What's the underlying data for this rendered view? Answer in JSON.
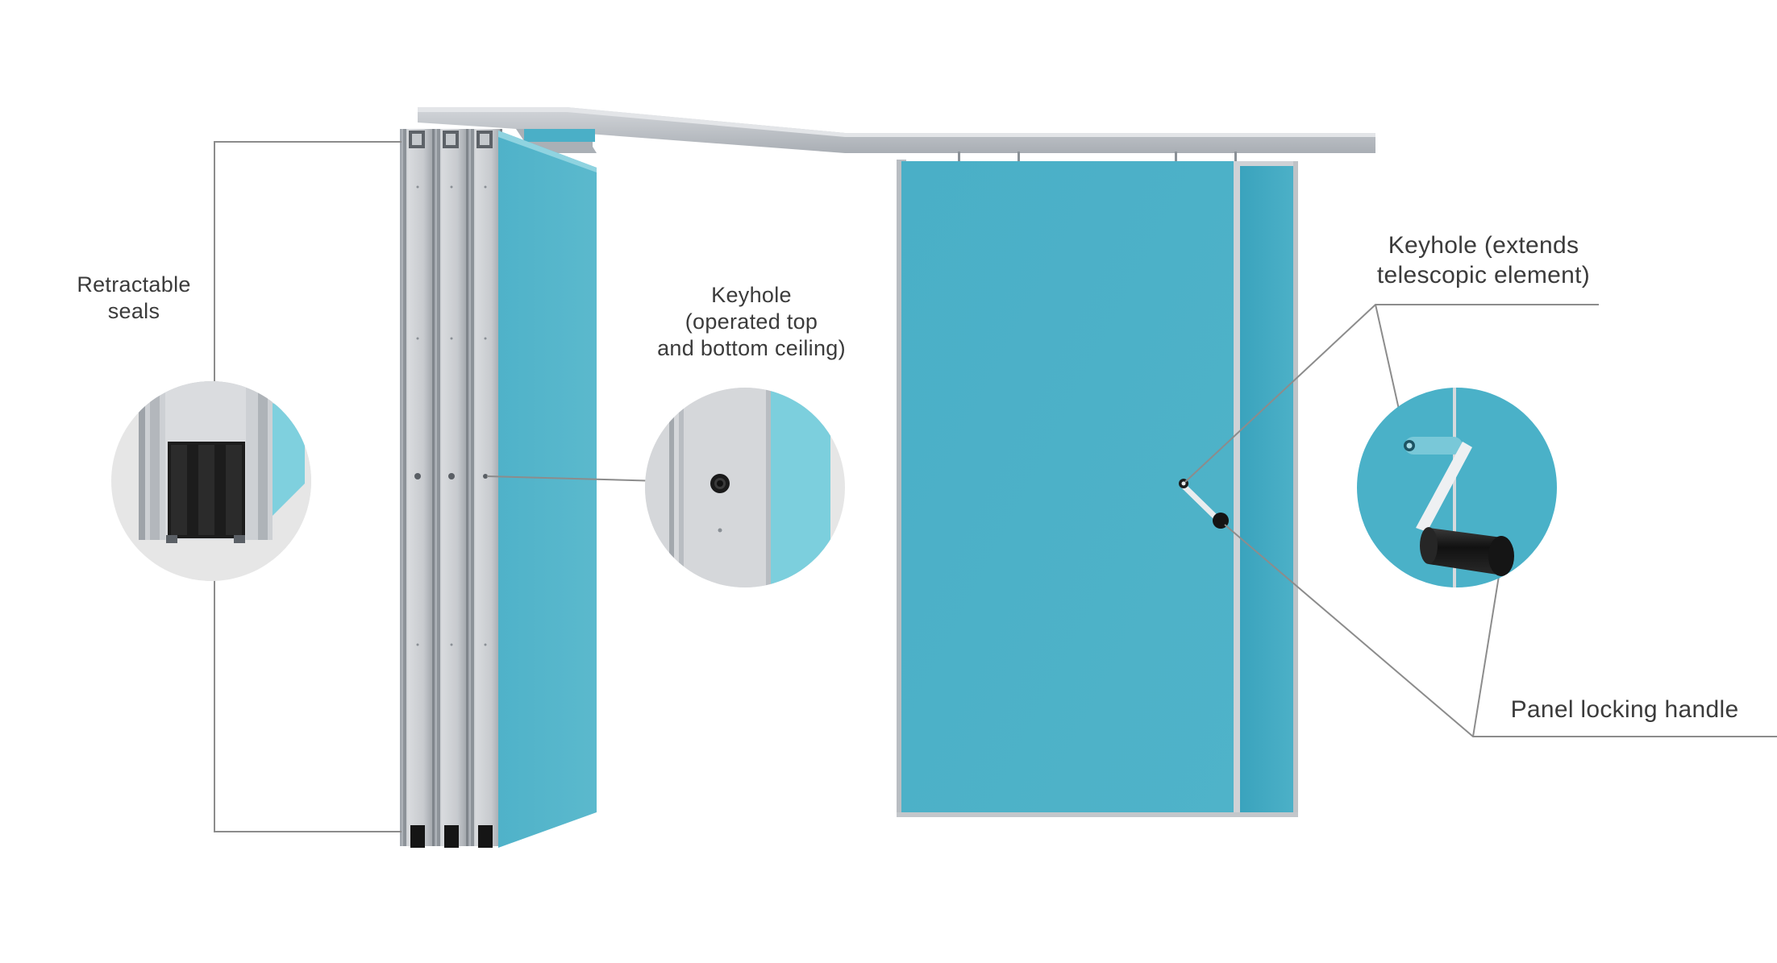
{
  "colors": {
    "panel_blue": "#4bb1c8",
    "panel_blue_light": "#7fd0de",
    "profile_grey": "#c9ccd1",
    "track_grey": "#b7bcc2",
    "seal_black": "#1a1a1a",
    "leader_line": "#8c8c8c",
    "zoom_circle_bg": "#e6e6e6"
  },
  "callouts": {
    "retractable_seals": {
      "line1": "Retractable",
      "line2": "seals",
      "icon": "seal-detail-zoom"
    },
    "keyhole_ceiling": {
      "line1": "Keyhole",
      "line2": "(operated top",
      "line3": "and bottom ceiling)",
      "icon": "keyhole-detail-zoom"
    },
    "keyhole_telescopic": {
      "line1": "Keyhole (extends",
      "line2": "telescopic element)",
      "icon": "keyhole-handle-detail-zoom"
    },
    "locking_handle": {
      "line1": "Panel locking handle"
    }
  }
}
